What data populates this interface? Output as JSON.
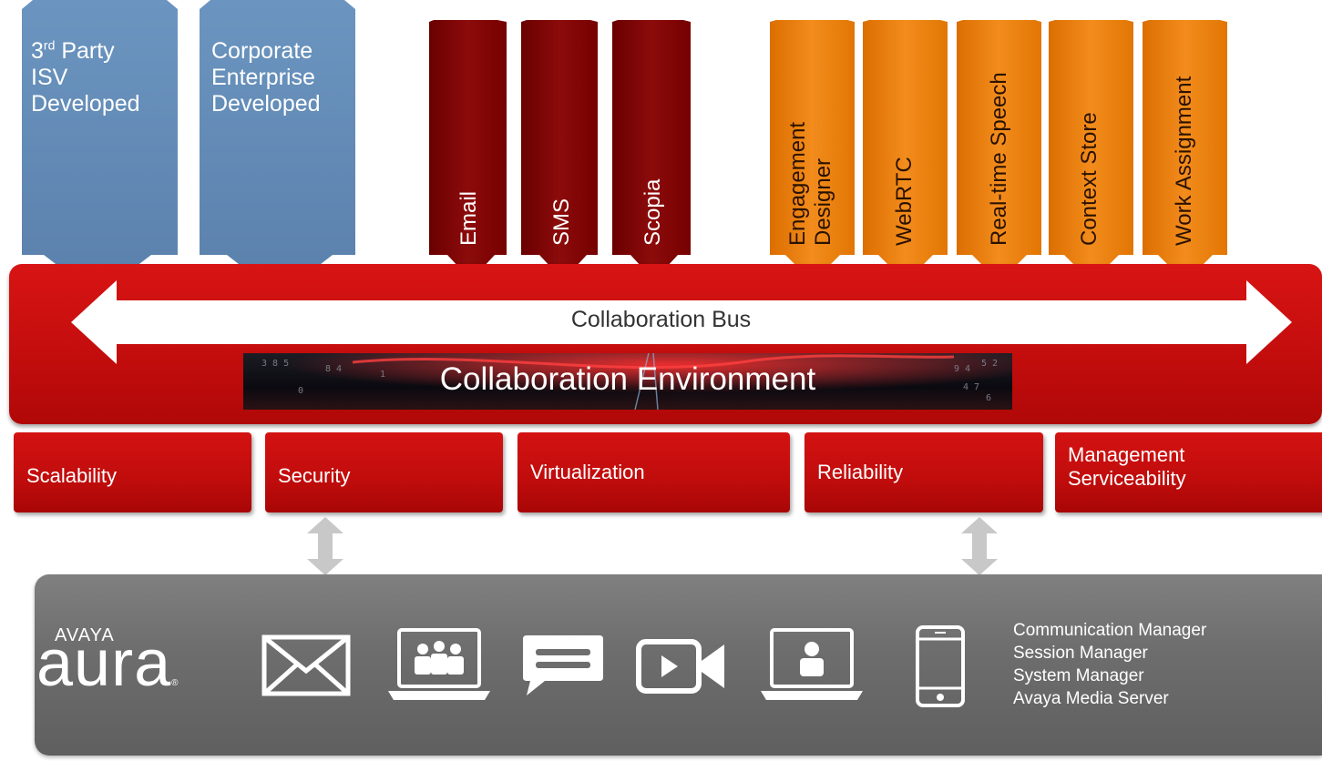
{
  "isv_arrows": [
    {
      "lines": [
        "3",
        "rd",
        " Party",
        "ISV",
        "Developed"
      ]
    },
    {
      "lines": [
        "Corporate",
        "Enterprise",
        "Developed"
      ]
    }
  ],
  "isv": {
    "third_party_num": "3",
    "third_party_sup": "rd",
    "third_party_rest": "Party",
    "isv_word": "ISV",
    "developed_1": "Developed",
    "corporate": "Corporate",
    "enterprise": "Enterprise",
    "developed_2": "Developed"
  },
  "channels": [
    "Email",
    "SMS",
    "Scopia"
  ],
  "snapins": [
    "Engagement Designer",
    "WebRTC",
    "Real-time Speech",
    "Context Store",
    "Work Assignment"
  ],
  "snapin_lines": {
    "engagement_1": "Engagement",
    "engagement_2": "Designer"
  },
  "bus": {
    "label": "Collaboration Bus"
  },
  "environment": {
    "label": "Collaboration Environment"
  },
  "pillars": [
    "Scalability",
    "Security",
    "Virtualization",
    "Reliability"
  ],
  "pillar_management": {
    "line1": "Management",
    "line2": "Serviceability"
  },
  "aura": {
    "brand_top": "AVAYA",
    "brand_main": "aura",
    "registered": "®",
    "icons": [
      "envelope-icon",
      "conference-laptop-icon",
      "chat-bubble-icon",
      "video-camera-icon",
      "user-laptop-icon",
      "smartphone-icon"
    ],
    "systems": [
      "Communication Manager",
      "Session Manager",
      "System Manager",
      "Avaya Media Server"
    ]
  },
  "colors": {
    "isv_blue": "#5e86b2",
    "channel_dark_red": "#7a0000",
    "snapin_orange": "#e87b0a",
    "bus_red": "#c80e0e",
    "aura_gray": "#6e6e6e"
  }
}
